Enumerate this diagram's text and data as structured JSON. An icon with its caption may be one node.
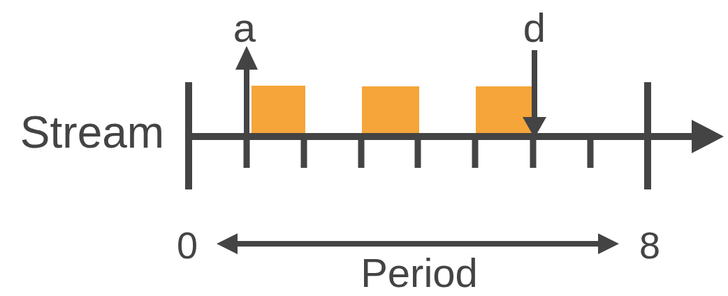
{
  "diagram": {
    "nodes": [
      {
        "text": [],
        "shape": "bar"
      },
      {
        "text": [],
        "shape": "bar"
      },
      {
        "text": [],
        "shape": "bar"
      }
    ],
    "labels": [
      "a",
      "d",
      "Stream",
      "0",
      "8",
      "Period"
    ]
  }
}
